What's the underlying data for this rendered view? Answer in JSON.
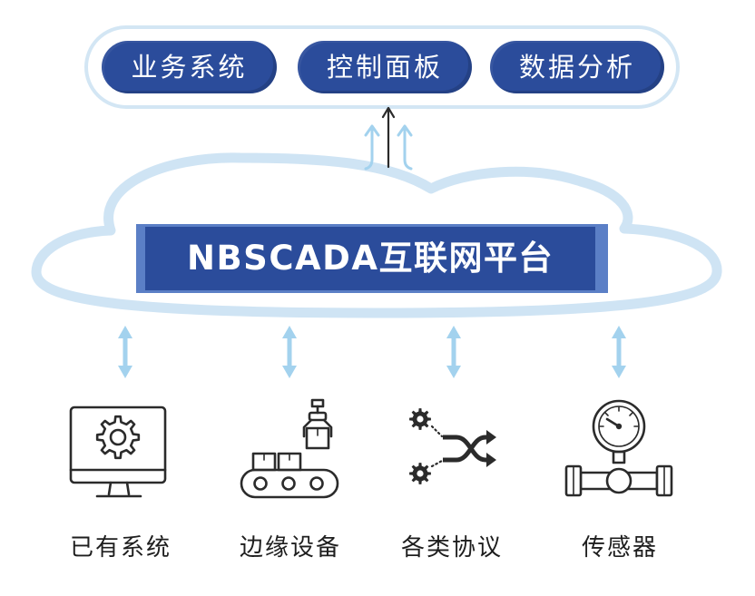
{
  "top_panel": {
    "buttons": [
      {
        "label": "业务系统"
      },
      {
        "label": "控制面板"
      },
      {
        "label": "数据分析"
      }
    ]
  },
  "platform": {
    "title": "NBSCADA互联网平台"
  },
  "sources": [
    {
      "label": "已有系统",
      "icon": "monitor-gear-icon"
    },
    {
      "label": "边缘设备",
      "icon": "conveyor-robot-icon"
    },
    {
      "label": "各类协议",
      "icon": "gears-shuffle-icon"
    },
    {
      "label": "传感器",
      "icon": "pressure-gauge-icon"
    }
  ],
  "colors": {
    "primary": "#2b4c9b",
    "primary_edge": "#5b7fc6",
    "accent_light": "#a3d2ee",
    "cloud_stroke": "#cfe4f4",
    "panel_stroke": "#d3e6f4",
    "ink": "#2b2b2b",
    "text": "#1e1e1e"
  }
}
